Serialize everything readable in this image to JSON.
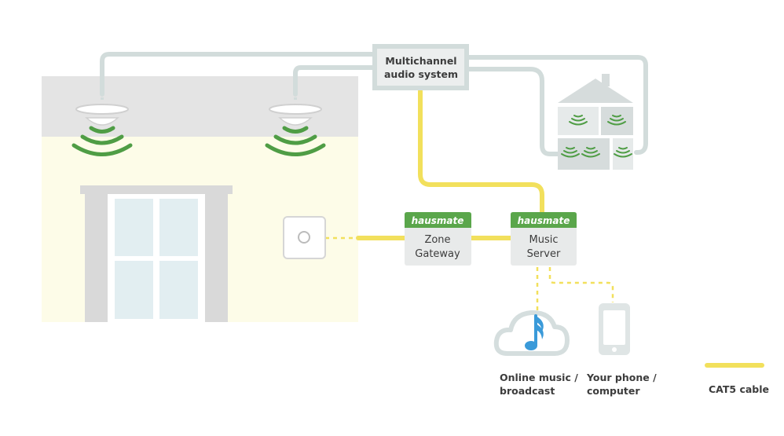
{
  "devices": {
    "multichannel": {
      "line1": "Multichannel",
      "line2": "audio system"
    },
    "zone_gateway": {
      "brand": "hausmate",
      "line1": "Zone",
      "line2": "Gateway"
    },
    "music_server": {
      "brand": "hausmate",
      "line1": "Music",
      "line2": "Server"
    }
  },
  "sources": {
    "online": {
      "line1": "Online music /",
      "line2": "broadcast"
    },
    "phone": {
      "line1": "Your phone /",
      "line2": "computer"
    }
  },
  "legend": {
    "cat5_label": "CAT5 cable"
  },
  "colors": {
    "speaker_cable": "#d2dcdb",
    "cat5_cable": "#f2e05c",
    "sound_waves": "#4f9d45",
    "brand_green": "#5aa64b",
    "ceiling": "#e4e4e4",
    "wall": "#fdfce8",
    "device_box": "#e8eaea",
    "cloud": "#d5dede",
    "music_note": "#3a9ad9"
  },
  "icons": [
    "speaker-icon",
    "wall-keypad-icon",
    "cloud-music-icon",
    "phone-icon",
    "house-icon"
  ]
}
